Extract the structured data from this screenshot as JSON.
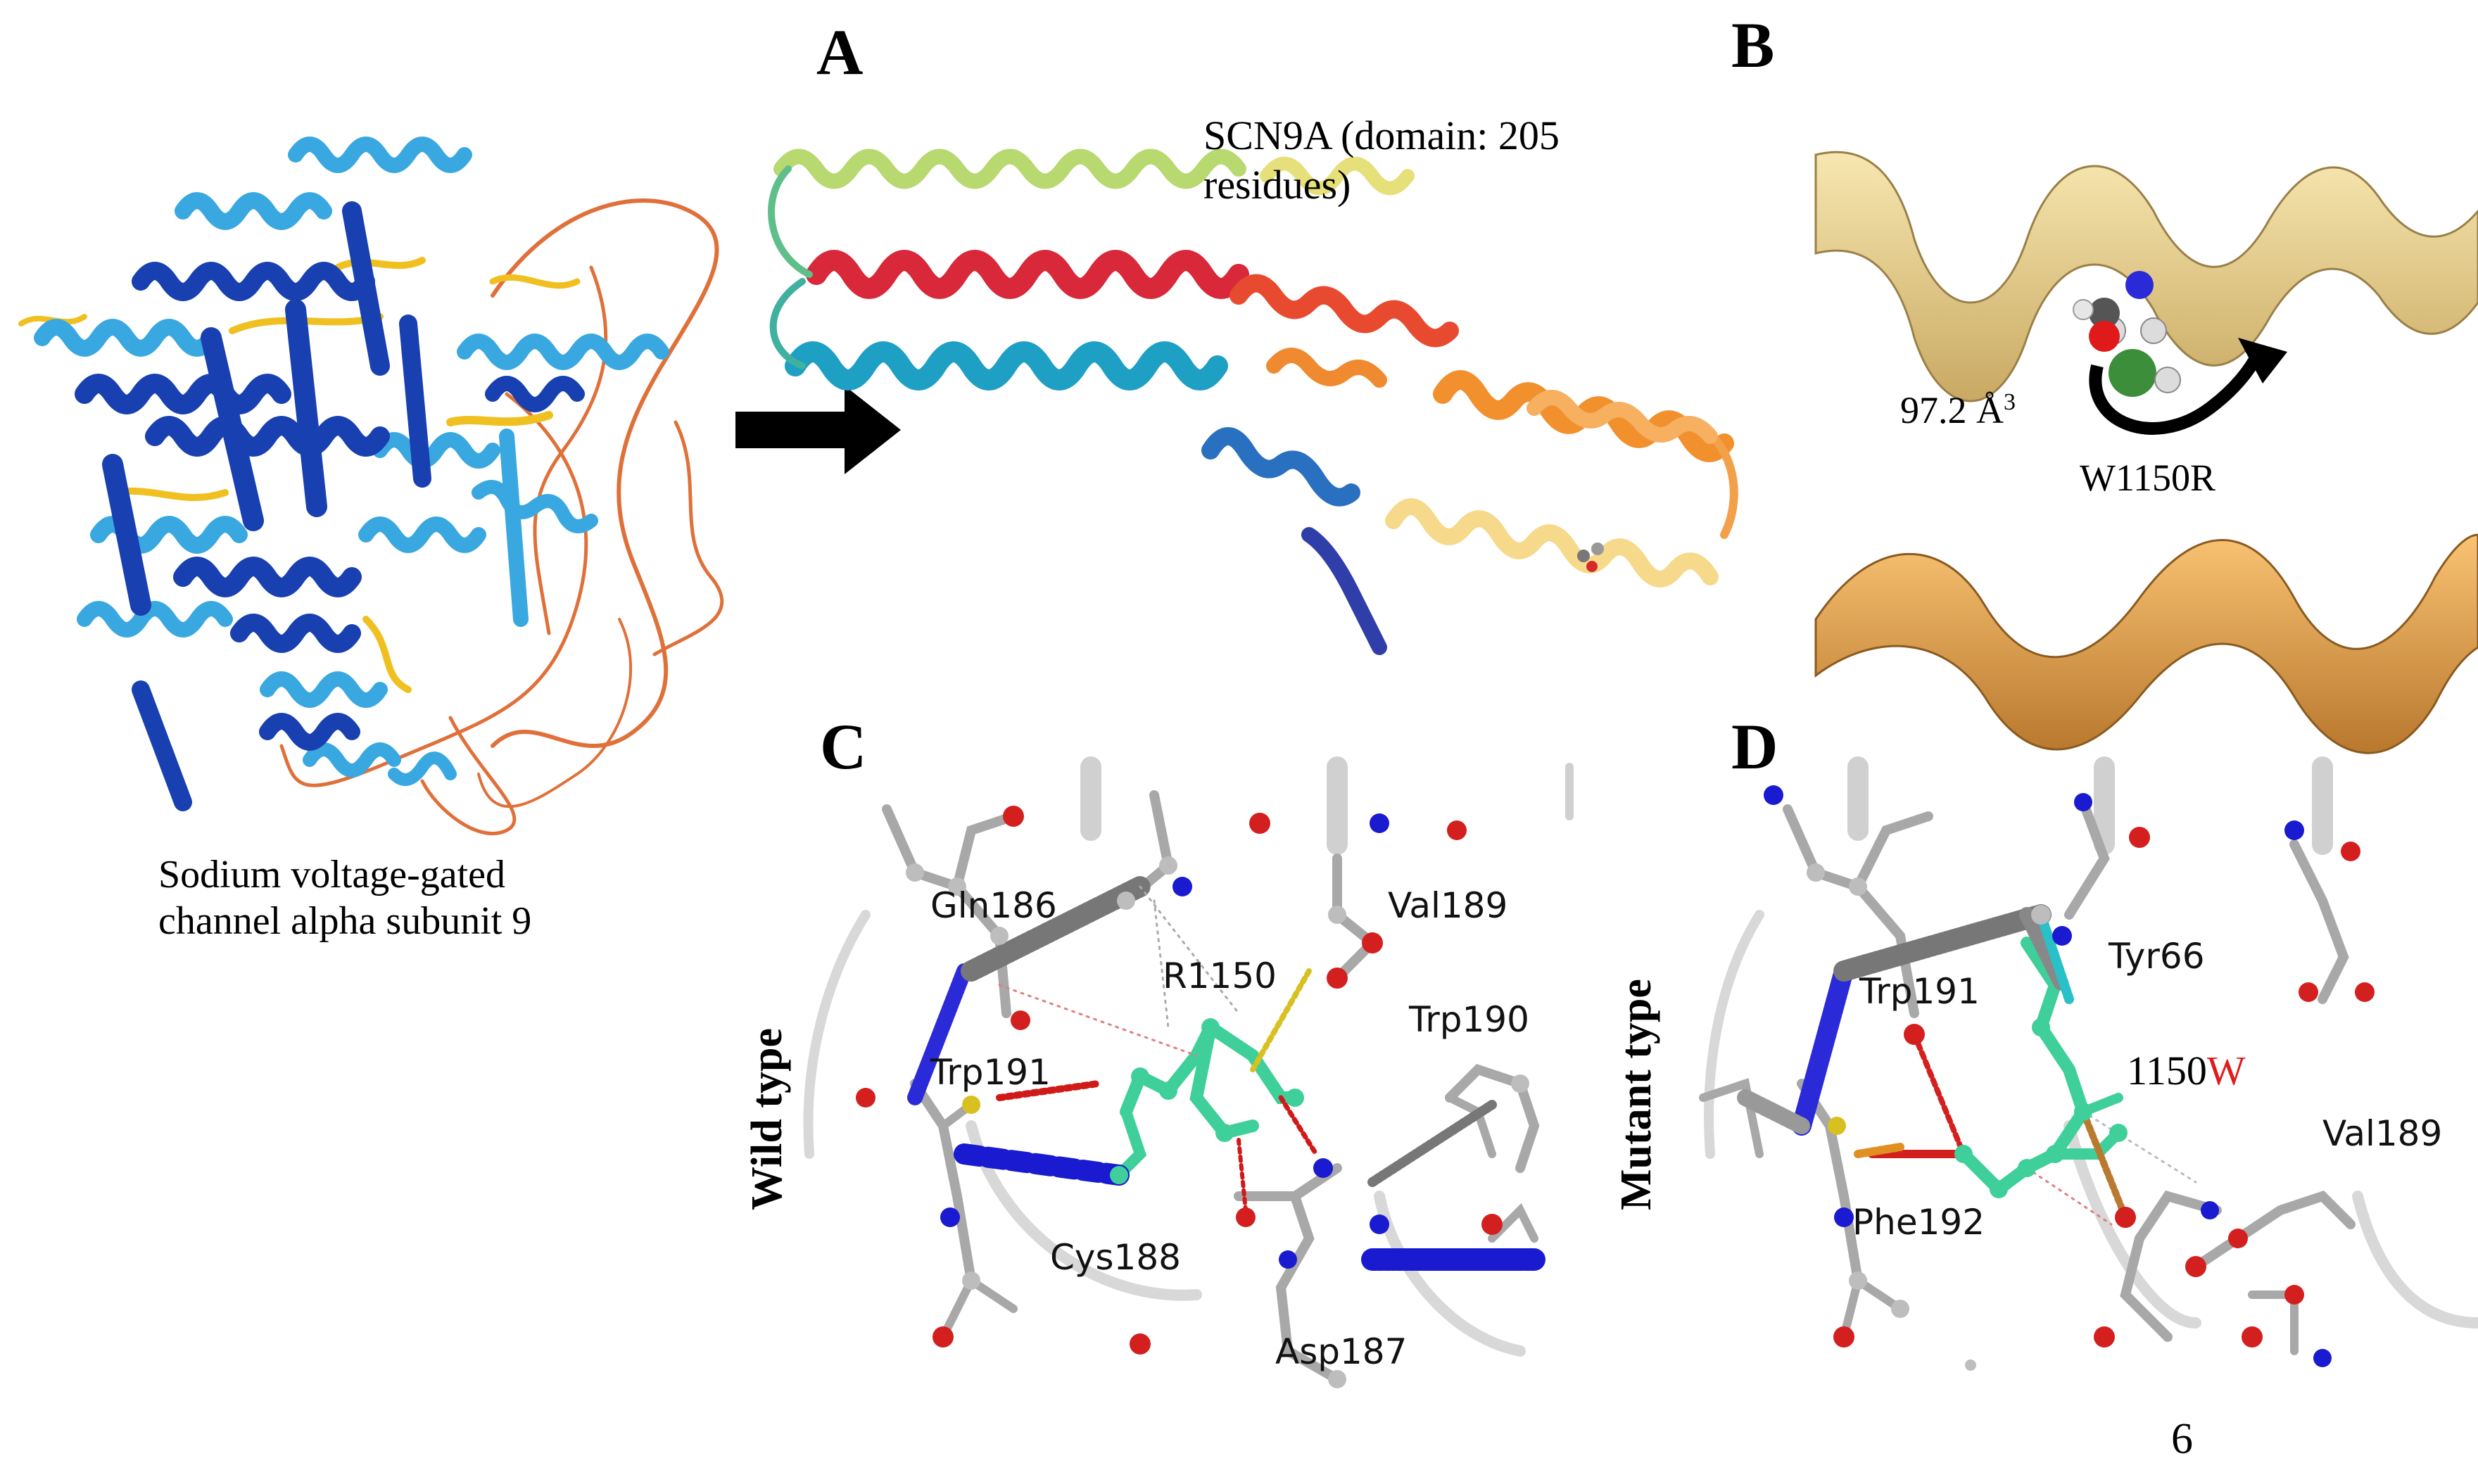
{
  "panels": {
    "a_letter": "A",
    "b_letter": "B",
    "c_letter": "C",
    "d_letter": "D"
  },
  "full_protein": {
    "caption_line1": "Sodium voltage-gated",
    "caption_line2": "channel alpha subunit 9"
  },
  "panel_a": {
    "title_line1": "SCN9A (domain: 205",
    "title_line2": "residues)"
  },
  "panel_b": {
    "volume_value": "97.2 Å",
    "volume_exp": "3",
    "mutation": "W1150R"
  },
  "panel_c": {
    "side_label": "Wild type",
    "residues": {
      "gln186": "Gln186",
      "val189": "Val189",
      "r1150": "R1150",
      "trp190": "Trp190",
      "trp191": "Trp191",
      "cys188": "Cys188",
      "asp187": "Asp187"
    }
  },
  "panel_d": {
    "side_label": "Mutant type",
    "residues": {
      "trp191": "Trp191",
      "tyr66": "Tyr66",
      "mut_num": "1150",
      "mut_aa": "W",
      "val189": "Val189",
      "phe192": "Phe192"
    }
  },
  "page_number": "6",
  "colors": {
    "carbon": "#b8b8b8",
    "oxygen": "#dd1f1f",
    "nitrogen": "#2a2ad8",
    "mutant_residue": "#3fcf9a",
    "helix_b_top": "#efd99a",
    "helix_b_bottom": "#efb05a",
    "mutant_red_text": "#e01b1b"
  }
}
